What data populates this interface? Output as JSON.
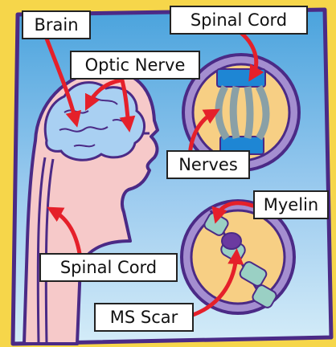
{
  "colors": {
    "background": "#f6d64a",
    "sky_top": "#4aa3dd",
    "sky_bottom": "#cfe9f7",
    "skin": "#f6c9c9",
    "brain": "#a9d0f2",
    "outline": "#4b2a86",
    "arrow": "#e5202a",
    "spinal_blue": "#1e86d4",
    "nerve_gray": "#8aa0a6",
    "circle_fill": "#f7cf84",
    "circle_ring": "#a48ed0",
    "myelin_teal": "#9ad0c4",
    "scar_purple": "#6b3aa0"
  },
  "labels": {
    "brain": "Brain",
    "spinal_cord_top": "Spinal Cord",
    "optic_nerve": "Optic Nerve",
    "nerves": "Nerves",
    "myelin": "Myelin",
    "spinal_cord_bottom": "Spinal Cord",
    "ms_scar": "MS Scar"
  }
}
